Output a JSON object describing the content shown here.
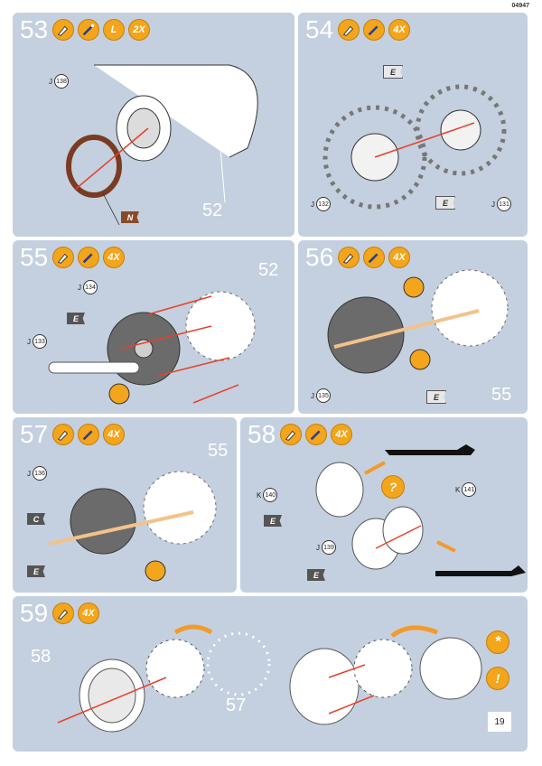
{
  "header": {
    "code": "04947"
  },
  "page_number": "19",
  "steps": [
    {
      "number": "53",
      "badges": [
        "glue-icon",
        "paint-icon",
        "L",
        "2X"
      ],
      "labels": [
        {
          "letter": "J",
          "part": "138"
        }
      ],
      "flags": [
        "N"
      ],
      "ref": "52"
    },
    {
      "number": "54",
      "badges": [
        "glue-icon",
        "paint-icon",
        "4X"
      ],
      "labels": [
        {
          "letter": "J",
          "part": "132"
        },
        {
          "letter": "J",
          "part": "131"
        }
      ],
      "flags": [
        "E",
        "E"
      ]
    },
    {
      "number": "55",
      "badges": [
        "glue-icon",
        "paint-icon",
        "4X"
      ],
      "labels": [
        {
          "letter": "J",
          "part": "134"
        },
        {
          "letter": "J",
          "part": "133"
        }
      ],
      "flags": [
        "E"
      ],
      "ref": "52"
    },
    {
      "number": "56",
      "badges": [
        "glue-icon",
        "paint-icon",
        "4X"
      ],
      "labels": [
        {
          "letter": "J",
          "part": "135"
        }
      ],
      "flags": [
        "E"
      ],
      "ref": "55"
    },
    {
      "number": "57",
      "badges": [
        "glue-icon",
        "paint-icon",
        "4X"
      ],
      "labels": [
        {
          "letter": "J",
          "part": "136"
        }
      ],
      "flags": [
        "C",
        "E"
      ],
      "ref": "55"
    },
    {
      "number": "58",
      "badges": [
        "glue-icon",
        "paint-icon",
        "4X"
      ],
      "labels": [
        {
          "letter": "K",
          "part": "140"
        },
        {
          "letter": "K",
          "part": "141"
        },
        {
          "letter": "J",
          "part": "139"
        }
      ],
      "flags": [
        "E",
        "E"
      ],
      "question": "?"
    },
    {
      "number": "59",
      "badges": [
        "glue-icon",
        "4X"
      ],
      "refs": [
        "58",
        "57"
      ],
      "symbols": [
        "*",
        "!"
      ]
    }
  ],
  "colors": {
    "panel": "#c4d0df",
    "badge": "#f3a51b",
    "arrow": "#e8402a",
    "accent_arrow": "#f39a2a"
  }
}
